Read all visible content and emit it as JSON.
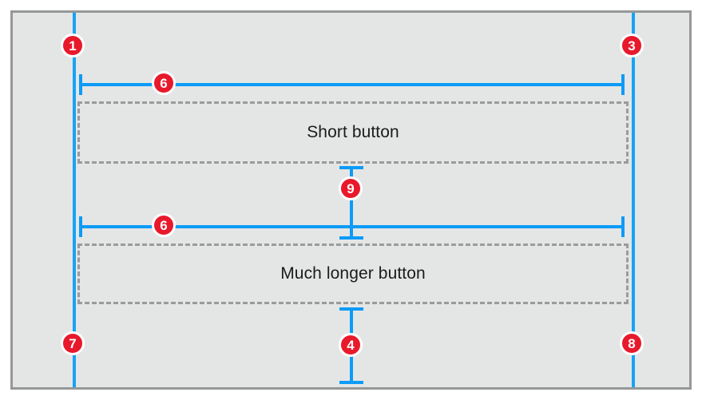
{
  "canvas": {
    "background_color": "#e4e6e6",
    "border_color": "#969898",
    "page_background": "#ffffff"
  },
  "colors": {
    "guide_blue": "#16a3f5",
    "dimension_blue": "#0c9bf7",
    "badge_red": "#e8192b",
    "badge_ring": "#ffffff",
    "outline_gray": "#9a9c9c",
    "label_text": "#1b1b1b"
  },
  "buttons": [
    {
      "label": "Short button"
    },
    {
      "label": "Much longer button"
    }
  ],
  "guides": [
    {
      "name": "left-edge-guide"
    },
    {
      "name": "right-edge-guide"
    }
  ],
  "badges": [
    {
      "id": "1",
      "label": "1",
      "kind": "guide-marker",
      "target": "left-edge-top"
    },
    {
      "id": "3",
      "label": "3",
      "kind": "guide-marker",
      "target": "right-edge-top"
    },
    {
      "id": "6a",
      "label": "6",
      "kind": "horizontal-dimension",
      "target": "short-button-width"
    },
    {
      "id": "9",
      "label": "9",
      "kind": "vertical-dimension",
      "target": "gap-between-buttons"
    },
    {
      "id": "6b",
      "label": "6",
      "kind": "horizontal-dimension",
      "target": "long-button-width"
    },
    {
      "id": "7",
      "label": "7",
      "kind": "guide-marker",
      "target": "left-edge-bottom"
    },
    {
      "id": "4",
      "label": "4",
      "kind": "vertical-dimension",
      "target": "bottom-margin"
    },
    {
      "id": "8",
      "label": "8",
      "kind": "guide-marker",
      "target": "right-edge-bottom"
    }
  ]
}
